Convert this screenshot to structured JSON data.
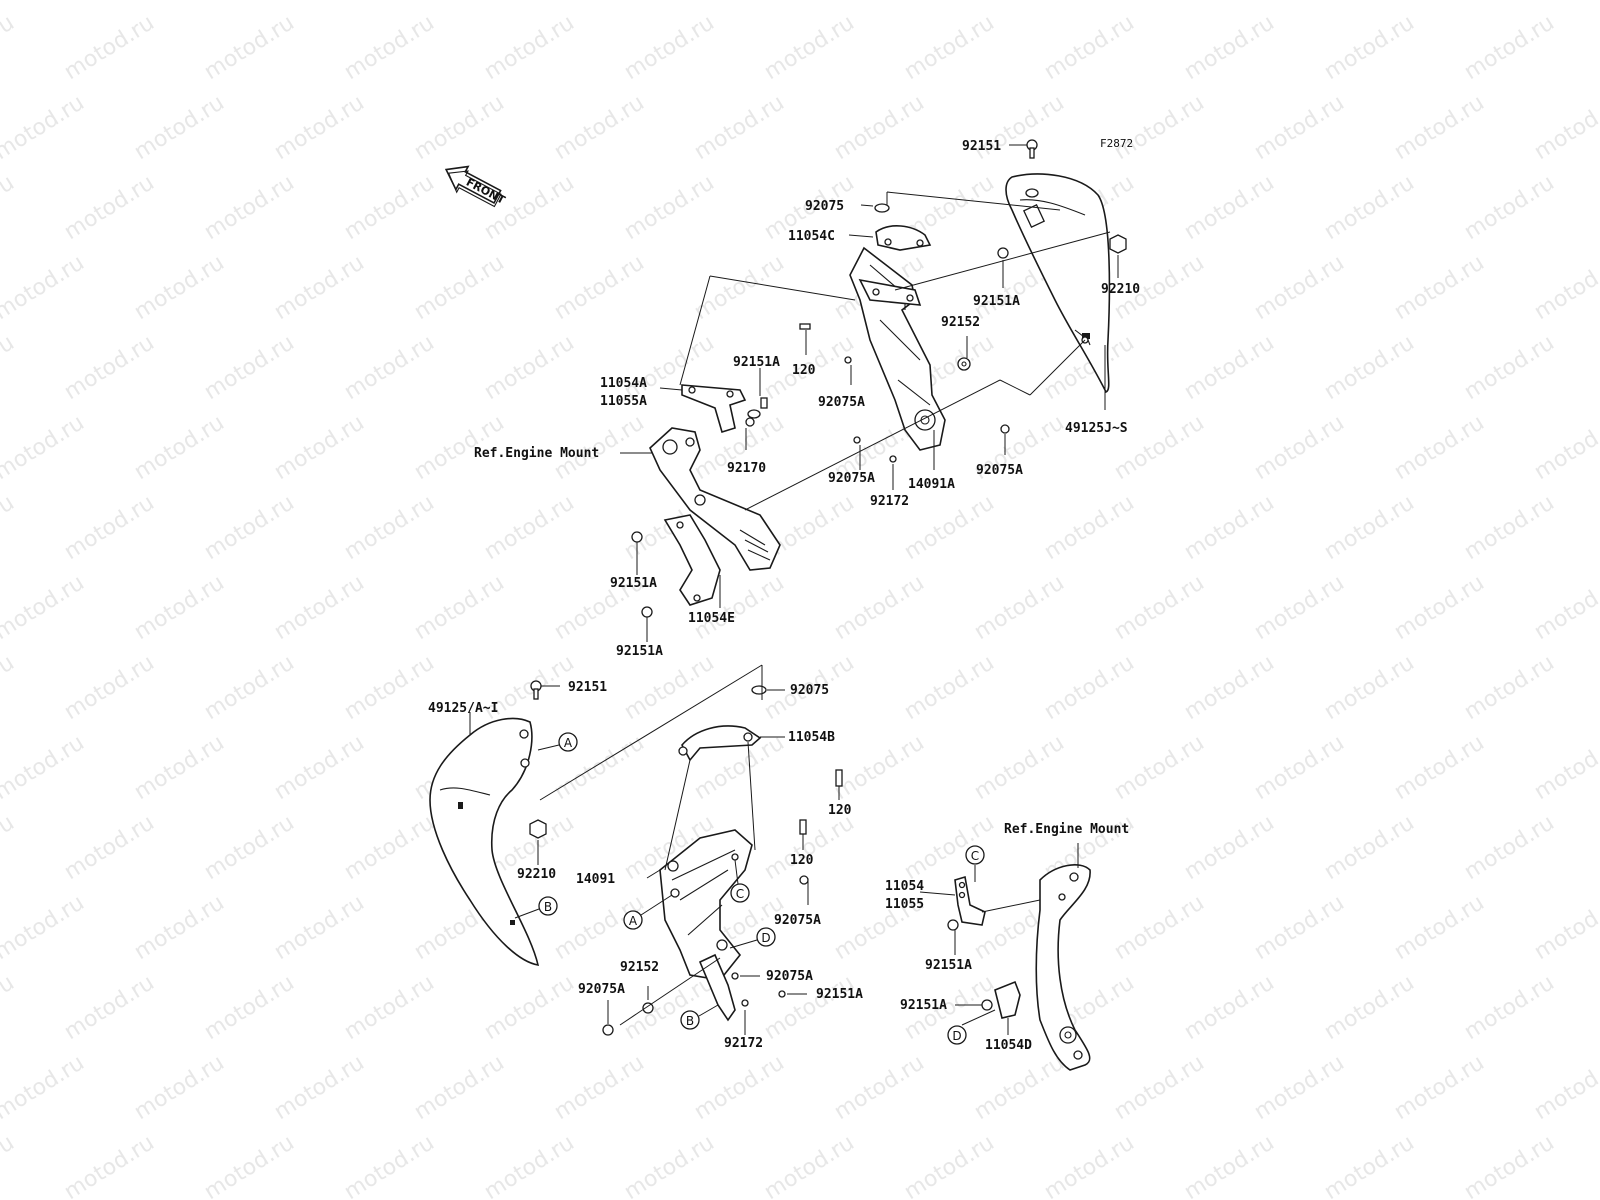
{
  "diagram": {
    "code": "F2872",
    "front_label": "FRONT",
    "watermark": "motod.ru",
    "callouts": [
      {
        "id": "92151-top",
        "text": "92151"
      },
      {
        "id": "92075-top",
        "text": "92075"
      },
      {
        "id": "11054C",
        "text": "11054C"
      },
      {
        "id": "92210-top",
        "text": "92210"
      },
      {
        "id": "92151A-r",
        "text": "92151A"
      },
      {
        "id": "92152-top",
        "text": "92152"
      },
      {
        "id": "92151A-m",
        "text": "92151A"
      },
      {
        "id": "120-top",
        "text": "120"
      },
      {
        "id": "11054A",
        "text": "11054A"
      },
      {
        "id": "11055A",
        "text": "11055A"
      },
      {
        "id": "92075A-1",
        "text": "92075A"
      },
      {
        "id": "49125J",
        "text": "49125J~S"
      },
      {
        "id": "ref-engine-1",
        "text": "Ref.Engine Mount"
      },
      {
        "id": "92170",
        "text": "92170"
      },
      {
        "id": "92075A-2",
        "text": "92075A"
      },
      {
        "id": "14091A",
        "text": "14091A"
      },
      {
        "id": "92075A-3",
        "text": "92075A"
      },
      {
        "id": "92172-top",
        "text": "92172"
      },
      {
        "id": "92151A-l1",
        "text": "92151A"
      },
      {
        "id": "11054E",
        "text": "11054E"
      },
      {
        "id": "92151A-l2",
        "text": "92151A"
      },
      {
        "id": "92151-bot",
        "text": "92151"
      },
      {
        "id": "92075-bot",
        "text": "92075"
      },
      {
        "id": "49125A",
        "text": "49125/A~I"
      },
      {
        "id": "11054B",
        "text": "11054B"
      },
      {
        "id": "120-b1",
        "text": "120"
      },
      {
        "id": "92210-bot",
        "text": "92210"
      },
      {
        "id": "120-b2",
        "text": "120"
      },
      {
        "id": "14091",
        "text": "14091"
      },
      {
        "id": "ref-engine-2",
        "text": "Ref.Engine Mount"
      },
      {
        "id": "92075A-4",
        "text": "92075A"
      },
      {
        "id": "11054",
        "text": "11054"
      },
      {
        "id": "11055",
        "text": "11055"
      },
      {
        "id": "92152-bot",
        "text": "92152"
      },
      {
        "id": "92151A-b1",
        "text": "92151A"
      },
      {
        "id": "92075A-5",
        "text": "92075A"
      },
      {
        "id": "92075A-6",
        "text": "92075A"
      },
      {
        "id": "92151A-b2",
        "text": "92151A"
      },
      {
        "id": "92151A-b3",
        "text": "92151A"
      },
      {
        "id": "92172-bot",
        "text": "92172"
      },
      {
        "id": "11054D",
        "text": "11054D"
      }
    ],
    "markers": [
      "A",
      "B",
      "C",
      "D"
    ]
  }
}
